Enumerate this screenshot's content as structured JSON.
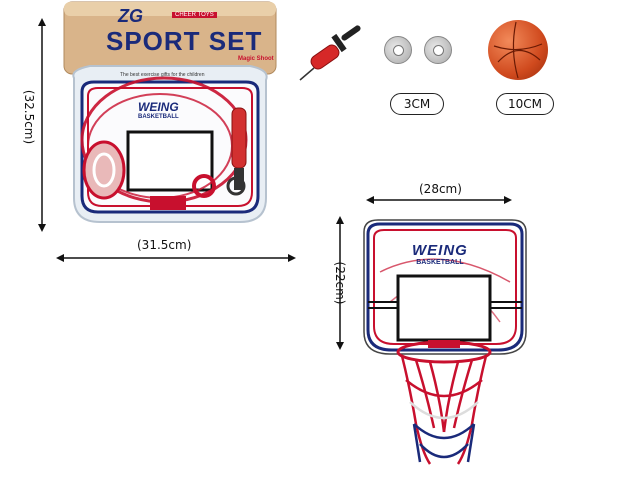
{
  "package": {
    "brand": "ZG",
    "brand_sub": "CHEER TOYS",
    "title": "SPORT SET",
    "side_text": "Magic Shoot",
    "tagline": "The best exercise gifts for the children",
    "logo_text": "WEING",
    "logo_sub": "BASKETBALL"
  },
  "dimensions": {
    "package_height": "(32.5cm)",
    "package_width": "(31.5cm)",
    "board_width": "(28cm)",
    "board_height": "(22cm)"
  },
  "accessories": {
    "magnet_label": "3CM",
    "ball_label": "10CM"
  },
  "board": {
    "logo_text": "WEING",
    "logo_sub": "BASKETBALL"
  },
  "colors": {
    "red": "#c8102e",
    "navy": "#1a2a7a",
    "ball": "#e05a2a",
    "wood": "#d9b48a"
  }
}
